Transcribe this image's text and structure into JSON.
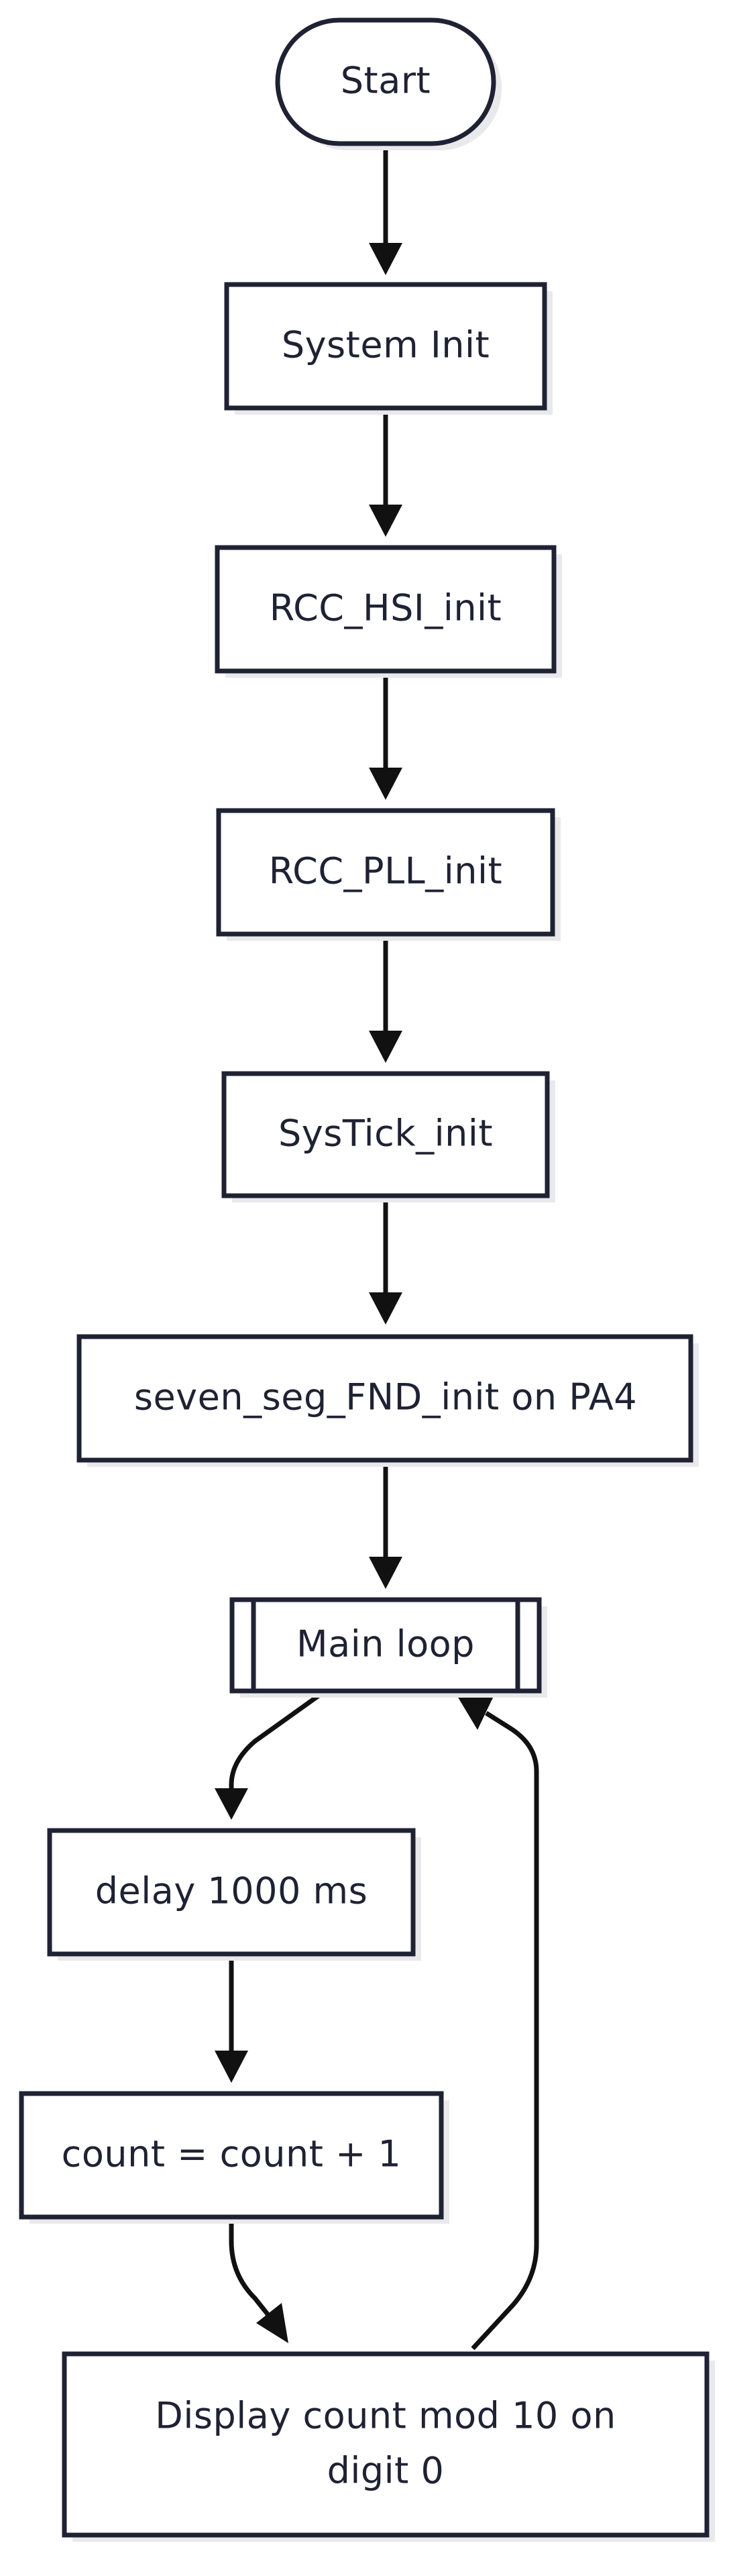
{
  "colors": {
    "background": "#ffffff",
    "node_stroke": "#1f2233",
    "node_fill": "#ffffff",
    "shadow": "#e9e9ec",
    "edge": "#111111",
    "text": "#1f2233"
  },
  "nodes": {
    "start": {
      "label": "Start",
      "shape": "terminal"
    },
    "system_init": {
      "label": "System Init",
      "shape": "process"
    },
    "rcc_hsi_init": {
      "label": "RCC_HSI_init",
      "shape": "process"
    },
    "rcc_pll_init": {
      "label": "RCC_PLL_init",
      "shape": "process"
    },
    "systick_init": {
      "label": "SysTick_init",
      "shape": "process"
    },
    "seven_seg_init": {
      "label": "seven_seg_FND_init on PA4",
      "shape": "process"
    },
    "main_loop": {
      "label": "Main loop",
      "shape": "subroutine"
    },
    "delay": {
      "label": "delay 1000 ms",
      "shape": "process"
    },
    "count_increment": {
      "label": "count = count + 1",
      "shape": "process"
    },
    "display": {
      "label_line1": "Display count mod 10 on",
      "label_line2": "digit 0",
      "shape": "process"
    }
  },
  "edges": [
    {
      "from": "start",
      "to": "system_init"
    },
    {
      "from": "system_init",
      "to": "rcc_hsi_init"
    },
    {
      "from": "rcc_hsi_init",
      "to": "rcc_pll_init"
    },
    {
      "from": "rcc_pll_init",
      "to": "systick_init"
    },
    {
      "from": "systick_init",
      "to": "seven_seg_init"
    },
    {
      "from": "seven_seg_init",
      "to": "main_loop"
    },
    {
      "from": "main_loop",
      "to": "delay"
    },
    {
      "from": "delay",
      "to": "count_increment"
    },
    {
      "from": "count_increment",
      "to": "display"
    },
    {
      "from": "display",
      "to": "main_loop"
    }
  ]
}
